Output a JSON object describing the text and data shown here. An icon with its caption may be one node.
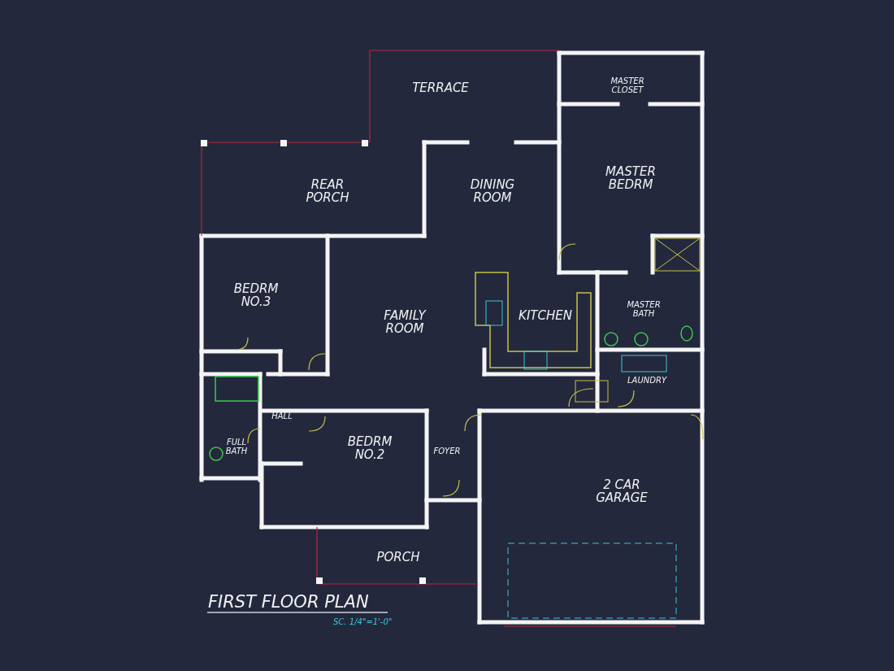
{
  "diagram": {
    "title": "FIRST FLOOR PLAN",
    "caption": "SC. 1/4\"=1'-0\"",
    "labels": [
      "TERRACE",
      "MASTER CLOSET",
      "REAR PORCH",
      "DINING ROOM",
      "MASTER BEDRM",
      "BEDRM NO.3",
      "FAMILY ROOM",
      "KITCHEN",
      "MASTER BATH",
      "LAUNDRY",
      "HALL",
      "FULL BATH",
      "BEDRM NO.2",
      "FOYER",
      "2 CAR GARAGE",
      "PORCH"
    ]
  }
}
